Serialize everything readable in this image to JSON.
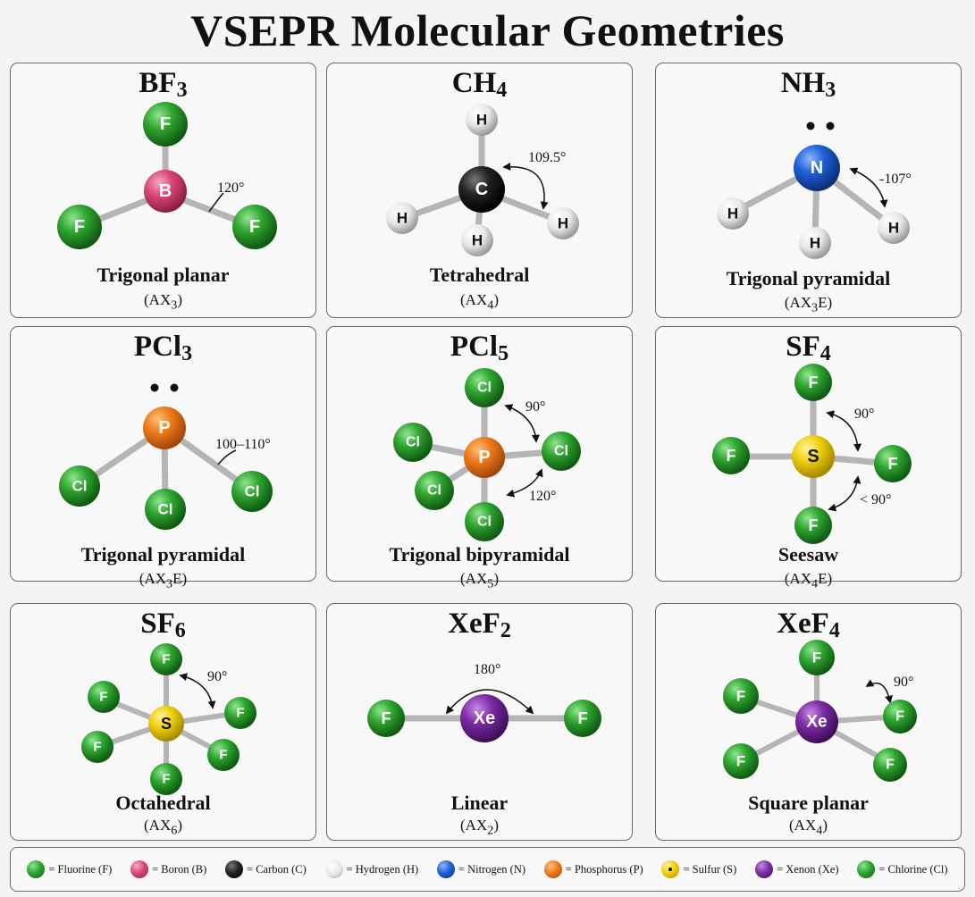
{
  "title": "VSEPR Molecular Geometries",
  "colors": {
    "fluorine": "#2fa52f",
    "boron": "#d9467a",
    "carbon": "#222222",
    "hydrogen": "#e6e6e6",
    "nitrogen": "#1f5fd6",
    "phosphorus": "#ee7a1a",
    "sulfur": "#f0cf10",
    "xenon": "#7b2aa3",
    "chlorine": "#2fa52f",
    "bond": "#b5b5b5"
  },
  "molecules": [
    {
      "formula_base": "BF",
      "formula_sub": "3",
      "formula_tail": "",
      "shape": "Trigonal planar",
      "axe_prefix": "(AX",
      "axe_sub": "3",
      "axe_suffix": ")",
      "angles": [
        "120°"
      ]
    },
    {
      "formula_base": "CH",
      "formula_sub": "4",
      "formula_tail": "",
      "shape": "Tetrahedral",
      "axe_prefix": "(AX",
      "axe_sub": "4",
      "axe_suffix": ")",
      "angles": [
        "109.5°"
      ]
    },
    {
      "formula_base": "NH",
      "formula_sub": "3",
      "formula_tail": "",
      "shape": "Trigonal pyramidal",
      "axe_prefix": "(AX",
      "axe_sub": "3",
      "axe_suffix": "E)",
      "angles": [
        "-107°"
      ]
    },
    {
      "formula_base": "PCl",
      "formula_sub": "3",
      "formula_tail": "",
      "shape": "Trigonal pyramidal",
      "axe_prefix": "(AX",
      "axe_sub": "3",
      "axe_suffix": "E)",
      "angles": [
        "100–110°"
      ]
    },
    {
      "formula_base": "PCl",
      "formula_sub": "5",
      "formula_tail": "",
      "shape": "Trigonal bipyramidal",
      "axe_prefix": "(AX",
      "axe_sub": "5",
      "axe_suffix": ")",
      "angles": [
        "90°",
        "120°"
      ]
    },
    {
      "formula_base": "SF",
      "formula_sub": "4",
      "formula_tail": "",
      "shape": "Seesaw",
      "axe_prefix": "(AX",
      "axe_sub": "4",
      "axe_suffix": "E)",
      "angles": [
        "90°",
        "< 90°"
      ]
    },
    {
      "formula_base": "SF",
      "formula_sub": "6",
      "formula_tail": "",
      "shape": "Octahedral",
      "axe_prefix": "(AX",
      "axe_sub": "6",
      "axe_suffix": ")",
      "angles": [
        "90°"
      ]
    },
    {
      "formula_base": "XeF",
      "formula_sub": "2",
      "formula_tail": "",
      "shape": "Linear",
      "axe_prefix": "(AX",
      "axe_sub": "2",
      "axe_suffix": ")",
      "angles": [
        "180°"
      ]
    },
    {
      "formula_base": "XeF",
      "formula_sub": "4",
      "formula_tail": "",
      "shape": "Square planar",
      "axe_prefix": "(AX",
      "axe_sub": "4",
      "axe_suffix": ")",
      "angles": [
        "90°"
      ]
    }
  ],
  "atom_symbols": {
    "F": "F",
    "B": "B",
    "C": "C",
    "H": "H",
    "N": "N",
    "P": "P",
    "S": "S",
    "Cl": "Cl",
    "Xe": "Xe"
  },
  "legend": [
    {
      "color": "#2fa52f",
      "label": "= Fluorine (F)",
      "icon": "fluorine-dot"
    },
    {
      "color": "#d9467a",
      "label": "= Boron (B)",
      "icon": "boron-dot"
    },
    {
      "color": "#222222",
      "label": "= Carbon (C)",
      "icon": "carbon-dot"
    },
    {
      "color": "#e6e6e6",
      "label": "= Hydrogen (H)",
      "icon": "hydrogen-dot"
    },
    {
      "color": "#1f5fd6",
      "label": "= Nitrogen (N)",
      "icon": "nitrogen-dot"
    },
    {
      "color": "#ee7a1a",
      "label": "= Phosphorus (P)",
      "icon": "phosphorus-dot"
    },
    {
      "color": "#f0cf10",
      "label": "= Sulfur (S)",
      "icon": "sulfur-dot"
    },
    {
      "color": "#7b2aa3",
      "label": "= Xenon (Xe)",
      "icon": "xenon-dot"
    },
    {
      "color": "#2fa52f",
      "label": "= Chlorine (Cl)",
      "icon": "chlorine-dot"
    }
  ]
}
